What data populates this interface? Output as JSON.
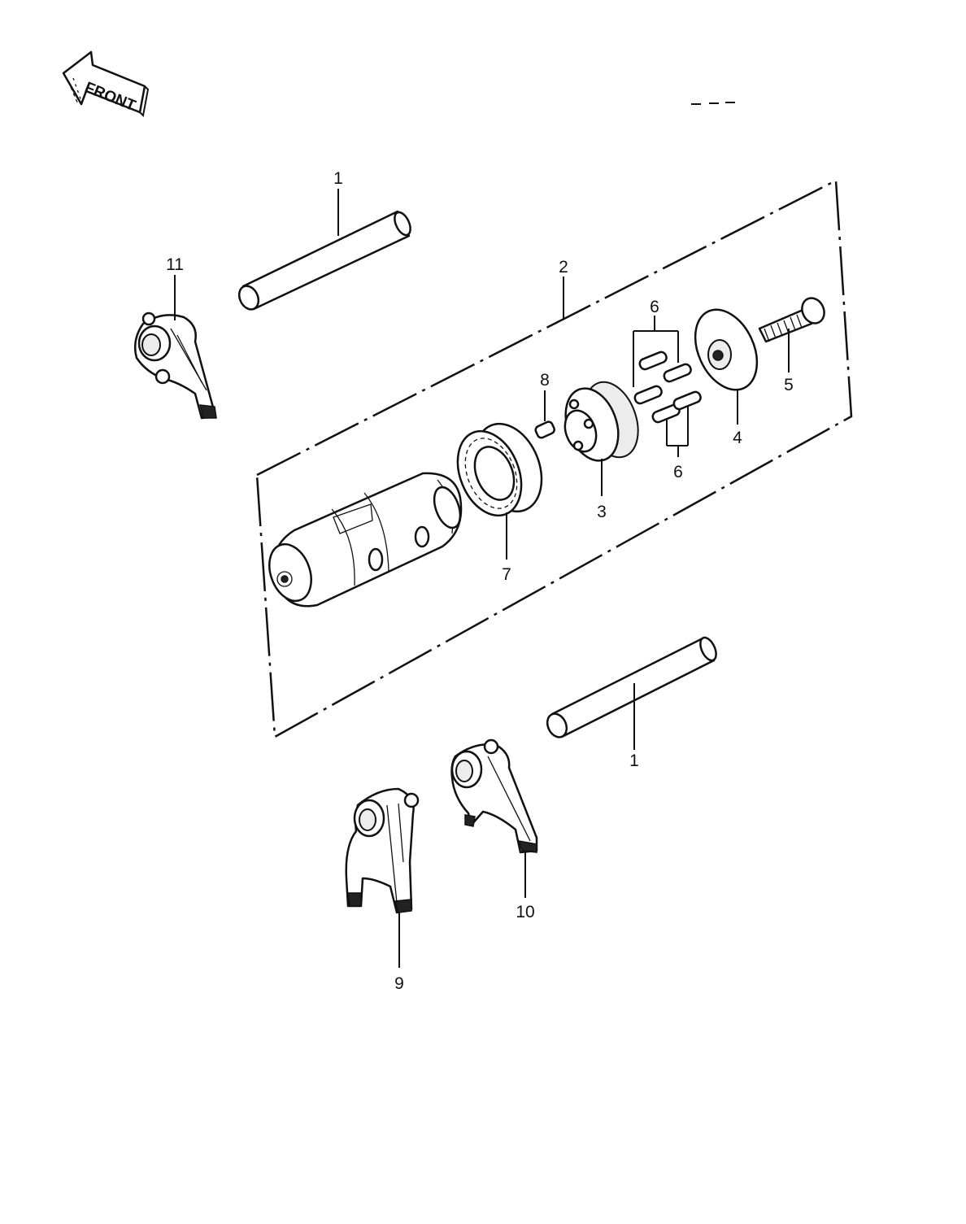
{
  "front_arrow": {
    "label": "FRONT"
  },
  "callouts": [
    {
      "id": "p1a",
      "text": "1"
    },
    {
      "id": "p11",
      "text": "11"
    },
    {
      "id": "p2",
      "text": "2"
    },
    {
      "id": "p6a",
      "text": "6"
    },
    {
      "id": "p8",
      "text": "8"
    },
    {
      "id": "p5",
      "text": "5"
    },
    {
      "id": "p4",
      "text": "4"
    },
    {
      "id": "p6b",
      "text": "6"
    },
    {
      "id": "p3",
      "text": "3"
    },
    {
      "id": "p7",
      "text": "7"
    },
    {
      "id": "p1b",
      "text": "1"
    },
    {
      "id": "p10",
      "text": "10"
    },
    {
      "id": "p9",
      "text": "9"
    }
  ]
}
